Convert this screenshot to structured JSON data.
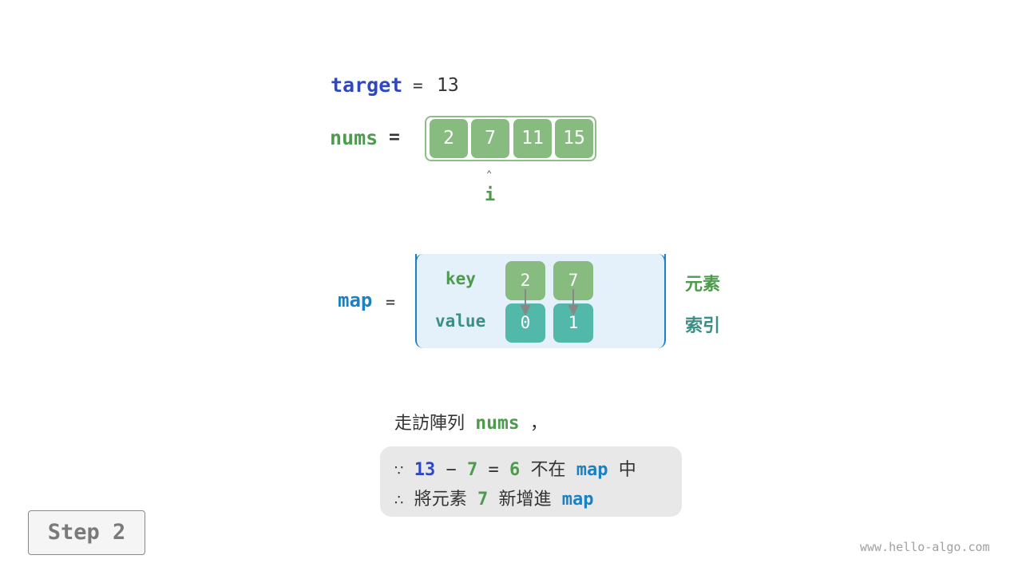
{
  "target": {
    "keyword": "target",
    "equals": "=",
    "value": "13"
  },
  "nums": {
    "keyword": "nums",
    "equals": "=",
    "values": [
      "2",
      "7",
      "11",
      "15"
    ]
  },
  "pointer": {
    "arrow": "⌃",
    "label": "i"
  },
  "map": {
    "keyword": "map",
    "equals": "=",
    "key_label": "key",
    "value_label": "value",
    "keys": [
      "2",
      "7"
    ],
    "values": [
      "0",
      "1"
    ],
    "element_label": "元素",
    "index_label": "索引"
  },
  "description": {
    "line1": {
      "text": "走訪陣列",
      "nums": "nums",
      "comma": "，"
    },
    "line2": {
      "because": "∵",
      "a": "13",
      "minus": "−",
      "b": "7",
      "eq": "=",
      "c": "6",
      "not_in": "不在",
      "map": "map",
      "in": "中"
    },
    "line3": {
      "therefore": "∴",
      "add": "將元素",
      "elem": "7",
      "added": "新增進",
      "map": "map"
    }
  },
  "step": {
    "label": "Step 2"
  },
  "watermark": "www.hello-algo.com",
  "colors": {
    "target_blue": "#2e48c2",
    "nums_green": "#4e9a4e",
    "cell_green": "#88bb80",
    "value_teal": "#52b8aa",
    "map_blue": "#1a82c4",
    "map_bg": "#e4f0fa"
  }
}
